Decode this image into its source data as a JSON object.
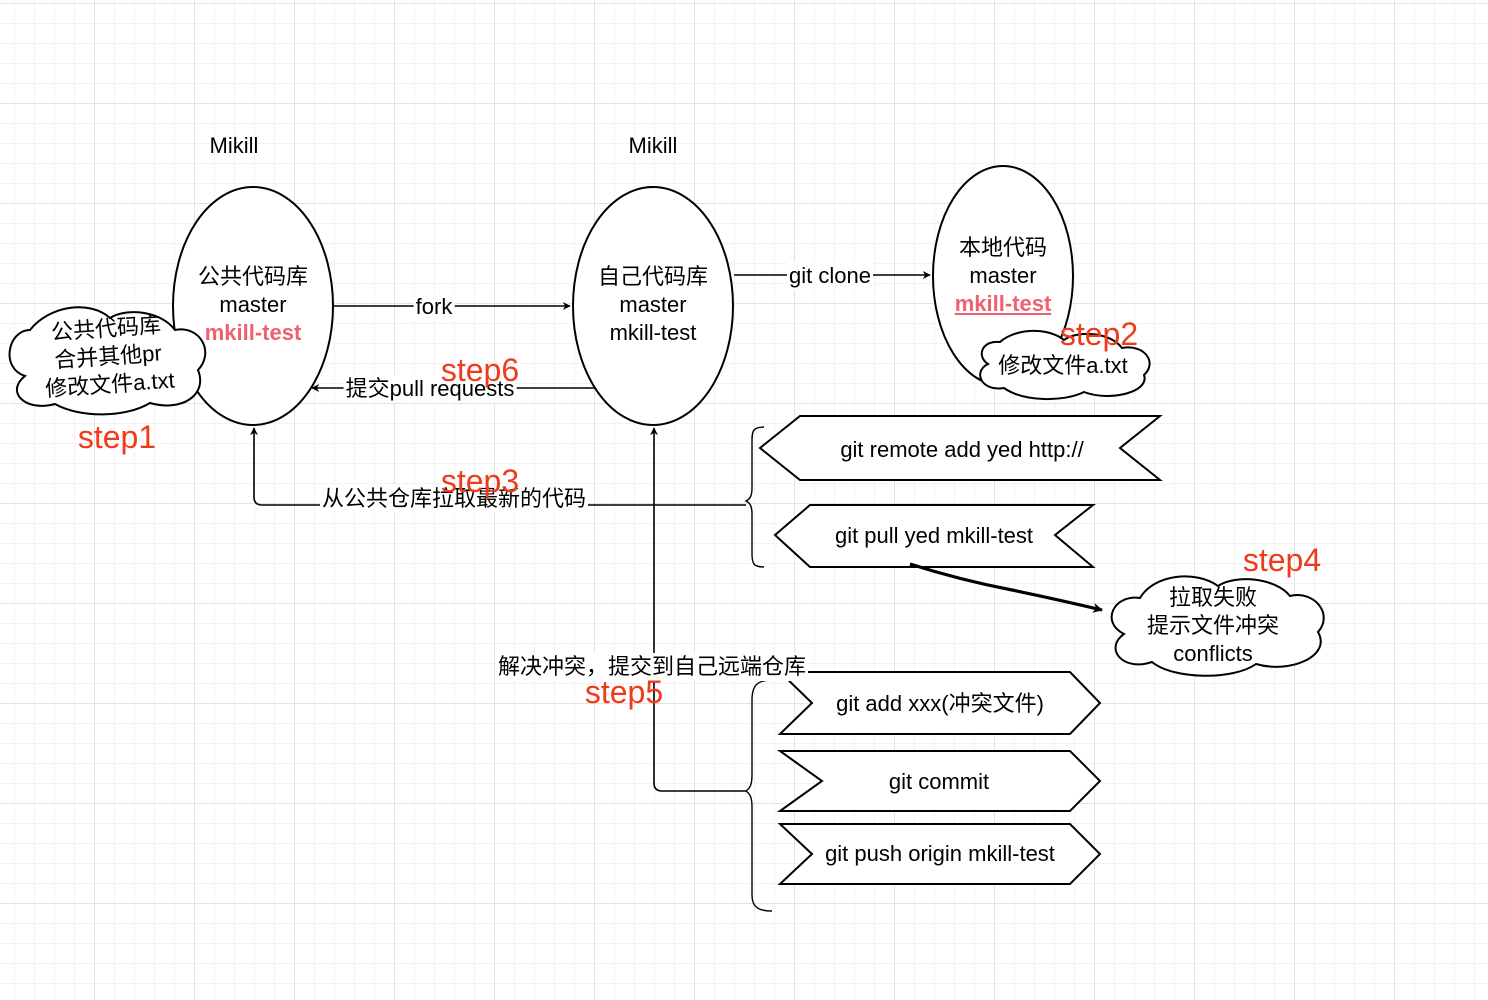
{
  "owners": {
    "left": "Mikill",
    "middle": "Mikill"
  },
  "public_repo": {
    "line1": "公共代码库",
    "line2": "master",
    "branch": "mkill-test"
  },
  "own_repo": {
    "line1": "自己代码库",
    "line2": "master",
    "line3": "mkill-test"
  },
  "local_repo": {
    "line1": "本地代码",
    "line2": "master",
    "branch": "mkill-test"
  },
  "edges": {
    "fork": "fork",
    "git_clone": "git clone",
    "pull_request": "提交pull requests",
    "pull_latest": "从公共仓库拉取最新的代码",
    "resolve": "解决冲突，提交到自己远端仓库"
  },
  "clouds": {
    "public_merge": [
      "公共代码库",
      "合并其他pr",
      "修改文件a.txt"
    ],
    "local_modify": "修改文件a.txt",
    "conflict": [
      "拉取失败",
      "提示文件冲突",
      "conflicts"
    ]
  },
  "commands": {
    "remote_add": "git remote add yed http://",
    "pull": "git pull yed mkill-test",
    "add": "git add xxx(冲突文件)",
    "commit": "git commit",
    "push": "git push origin mkill-test"
  },
  "steps": {
    "step1": "step1",
    "step2": "step2",
    "step3": "step3",
    "step4": "step4",
    "step5": "step5",
    "step6": "step6"
  }
}
